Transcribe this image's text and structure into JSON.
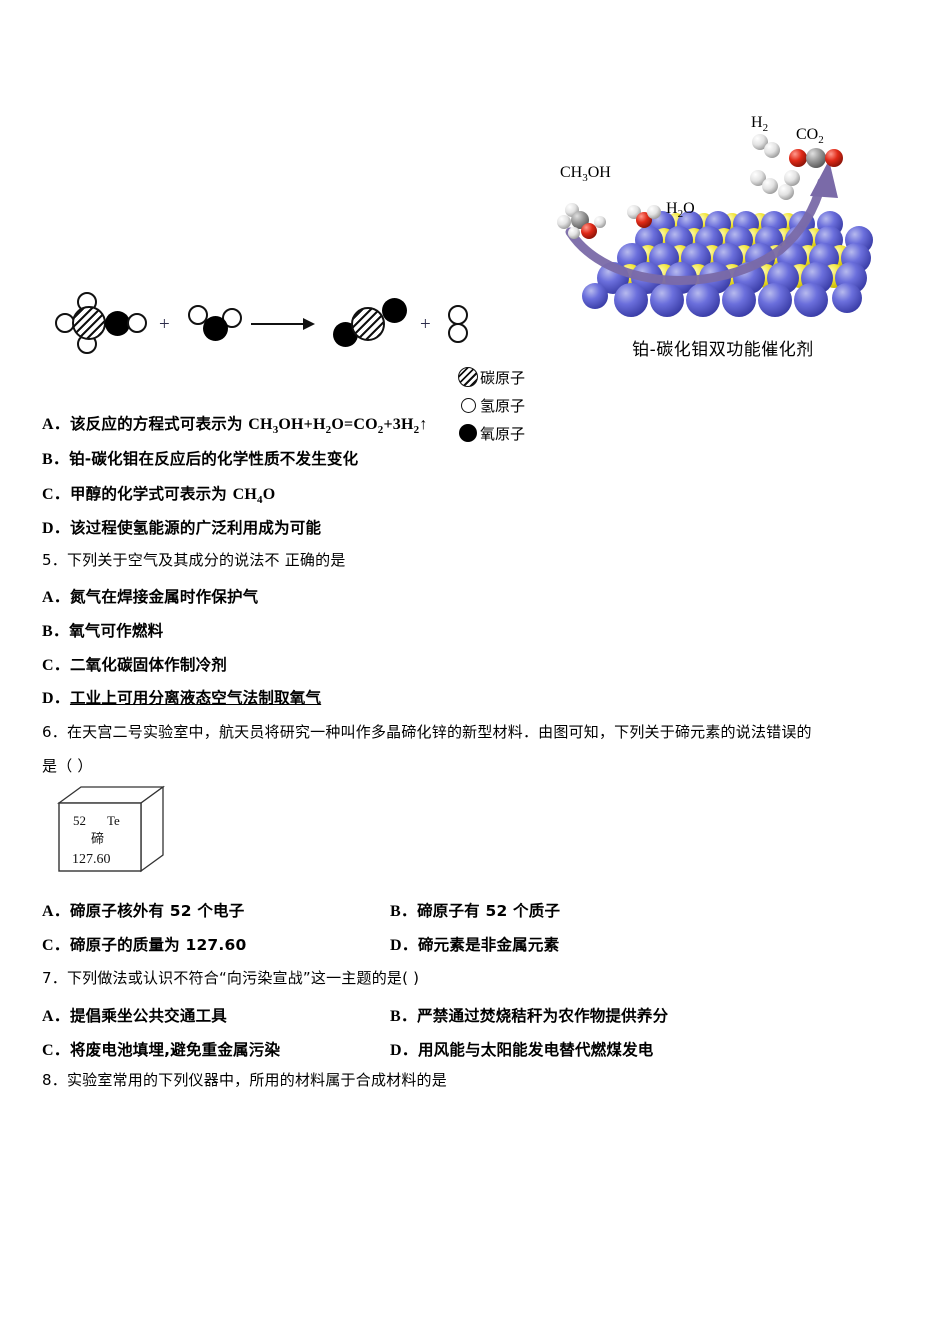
{
  "document": {
    "type": "chemistry-exam-page",
    "language": "zh-CN"
  },
  "figure": {
    "equation_caption": "",
    "legend": [
      {
        "name": "carbon-atom",
        "label": "碳原子",
        "style": "hatched"
      },
      {
        "name": "hydrogen-atom",
        "label": "氢原子",
        "style": "white"
      },
      {
        "name": "oxygen-atom",
        "label": "氧原子",
        "style": "black"
      }
    ],
    "catalyst": {
      "caption": "铂-碳化钼双功能催化剂",
      "reactant_labels": [
        "CH3OH",
        "H2O"
      ],
      "reactant_labels_display": [
        "CH",
        "3",
        "OH",
        "H",
        "2",
        "O"
      ],
      "product_labels": [
        "H2",
        "CO2"
      ],
      "lattice_colors": {
        "sphere": "#5b5fd0",
        "accent": "#f5e93a"
      },
      "arrow_color": "#6b5b9a"
    }
  },
  "questions": [
    {
      "id": "q4-options",
      "options": [
        {
          "letter": "A．",
          "text_pre": "该反应的方程式可表示为 ",
          "formula": "CH3OH+H2O=CO2+3H2↑"
        },
        {
          "letter": "B．",
          "text_pre": "铂-碳化钼在反应后的化学性质不发生变化",
          "formula": ""
        },
        {
          "letter": "C．",
          "text_pre": "甲醇的化学式可表示为 ",
          "formula": "CH4O"
        },
        {
          "letter": "D．",
          "text_pre": "该过程使氢能源的广泛利用成为可能",
          "formula": ""
        }
      ]
    },
    {
      "id": "q5",
      "number": "5．",
      "stem": "下列关于空气及其成分的说法不 正确的是",
      "options": [
        {
          "letter": "A．",
          "text": "氮气在焊接金属时作保护气",
          "underline": false
        },
        {
          "letter": "B．",
          "text": "氧气可作燃料",
          "underline": false
        },
        {
          "letter": "C．",
          "text": "二氧化碳固体作制冷剂",
          "underline": false
        },
        {
          "letter": "D．",
          "text": "工业上可用分离液态空气法制取氧气",
          "underline": true
        }
      ]
    },
    {
      "id": "q6",
      "number": "6．",
      "stem_line1": "在天宫二号实验室中，航天员将研究一种叫作多晶碲化锌的新型材料．由图可知，下列关于碲元素的说法错误的",
      "stem_line2": "是（      ）",
      "cube": {
        "atomic_number": "52",
        "symbol": "Te",
        "chinese_name": "碲",
        "atomic_mass": "127.60"
      },
      "options": [
        {
          "letter": "A．",
          "text": "碲原子核外有 52 个电子"
        },
        {
          "letter": "B．",
          "text": "碲原子有 52 个质子"
        },
        {
          "letter": "C．",
          "text": "碲原子的质量为 127.60"
        },
        {
          "letter": "D．",
          "text": "碲元素是非金属元素"
        }
      ]
    },
    {
      "id": "q7",
      "number": "7．",
      "stem": "下列做法或认识不符合“向污染宣战”这一主题的是(      )",
      "options": [
        {
          "letter": "A．",
          "text": "提倡乘坐公共交通工具"
        },
        {
          "letter": "B．",
          "text": "严禁通过焚烧秸秆为农作物提供养分"
        },
        {
          "letter": "C．",
          "text": "将废电池填埋,避免重金属污染"
        },
        {
          "letter": "D．",
          "text": "用风能与太阳能发电替代燃煤发电"
        }
      ]
    },
    {
      "id": "q8",
      "number": "8．",
      "stem": "实验室常用的下列仪器中，所用的材料属于合成材料的是"
    }
  ]
}
